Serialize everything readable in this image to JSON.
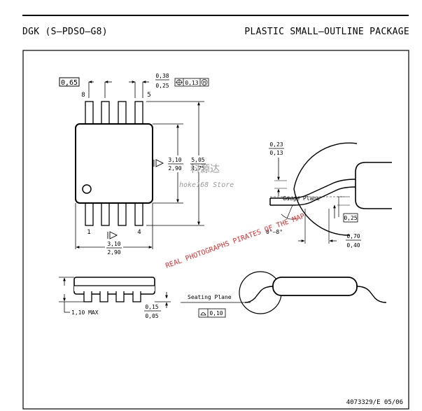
{
  "header": {
    "package_code": "DGK (S–PDSO–G8)",
    "package_type": "PLASTIC SMALL–OUTLINE PACKAGE"
  },
  "top_view": {
    "pitch": "0,65",
    "pin_8": "8",
    "pin_5": "5",
    "pin_1": "1",
    "pin_4": "4",
    "lead_width_max": "0,38",
    "lead_width_min": "0,25",
    "tolerance_value": "0,13",
    "tolerance_modifier": "M",
    "body_width_max": "3,10",
    "body_width_min": "2,90",
    "overall_max": "5,05",
    "overall_min": "4,75",
    "body_length_max": "3,10",
    "body_length_min": "2,90"
  },
  "detail": {
    "thickness_max": "0,23",
    "thickness_min": "0,13",
    "gauge_plane": "Gauge Plane",
    "gauge_value": "0,25",
    "angle": "0°–8°",
    "foot_max": "0,70",
    "foot_min": "0,40"
  },
  "side_view": {
    "height": "1,10 MAX",
    "standoff_max": "0,15",
    "standoff_min": "0,05",
    "seating_plane": "Seating Plane",
    "coplanarity": "0,10"
  },
  "watermark": {
    "chinese": "科源达",
    "store": "hoke168 Store",
    "notice": "REAL PHOTOGRAPHS PIRATES OF THE MAP"
  },
  "footer": {
    "doc_code": "4073329/E 05/06"
  },
  "colors": {
    "watermark_red": "#e03030",
    "watermark_gray": "#9a9a9a"
  }
}
